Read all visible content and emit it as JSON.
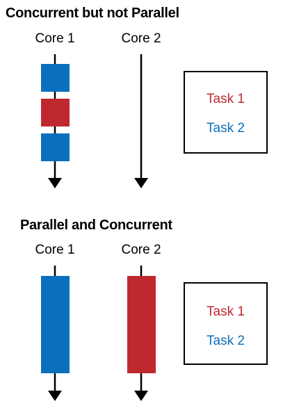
{
  "colors": {
    "task1": "#c0282f",
    "task2": "#0a6fbd",
    "axis": "#000000"
  },
  "diagrams": [
    {
      "title": "Concurrent but not Parallel",
      "cores": [
        {
          "label": "Core 1",
          "segments": [
            {
              "task": "task2"
            },
            {
              "task": "task1"
            },
            {
              "task": "task2"
            }
          ]
        },
        {
          "label": "Core 2",
          "segments": []
        }
      ],
      "legend": [
        {
          "label": "Task 1",
          "task": "task1"
        },
        {
          "label": "Task 2",
          "task": "task2"
        }
      ]
    },
    {
      "title": "Parallel and Concurrent",
      "cores": [
        {
          "label": "Core 1",
          "segments": [
            {
              "task": "task2"
            }
          ]
        },
        {
          "label": "Core 2",
          "segments": [
            {
              "task": "task1"
            }
          ]
        }
      ],
      "legend": [
        {
          "label": "Task 1",
          "task": "task1"
        },
        {
          "label": "Task 2",
          "task": "task2"
        }
      ]
    }
  ]
}
